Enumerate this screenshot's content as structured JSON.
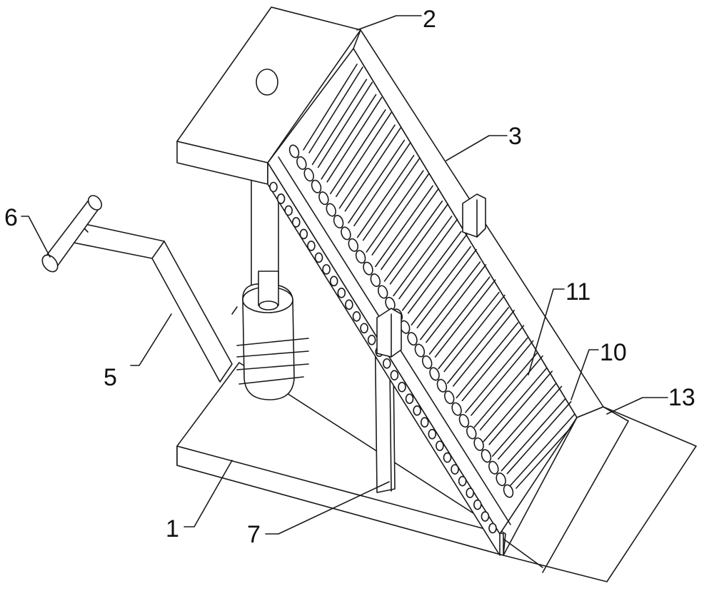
{
  "diagram": {
    "labels": {
      "l1": "1",
      "l2": "2",
      "l3": "3",
      "l5": "5",
      "l6": "6",
      "l7": "7",
      "l10": "10",
      "l11": "11",
      "l13": "13"
    },
    "colors": {
      "line": "#1a1a1a",
      "background": "#ffffff"
    }
  }
}
